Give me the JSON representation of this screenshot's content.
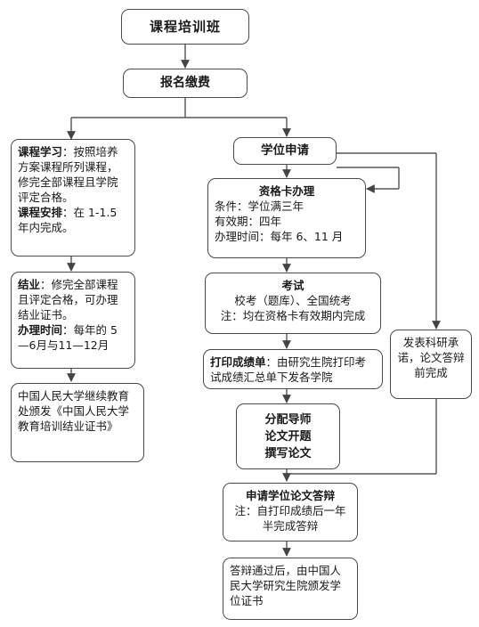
{
  "nodes": {
    "course_class": "课程培训班",
    "register": "报名缴费",
    "course_study": {
      "label1": "课程学习",
      "text1": "：按照培养方案课程所列课程，修完全部课程且学院评定合格。",
      "label2": "课程安排",
      "text2": "：在 1-1.5 年内完成。"
    },
    "graduation": {
      "label1": "结业",
      "text1": "：修完全部课程且评定合格，可办理结业证书。",
      "label2": "办理时间",
      "text2": "：每年的 5—6月与11—12月"
    },
    "certificate": "中国人民大学继续教育处颁发《中国人民大学教育培训结业证书》",
    "degree_apply": "学位申请",
    "qualification": {
      "title": "资格卡办理",
      "line1": "条件：学位满三年",
      "line2": "有效期：四年",
      "line3": "办理时间：每年 6、11 月"
    },
    "exam": {
      "title": "考试",
      "line1": "校考（题库）、全国统考",
      "line2": "注：均在资格卡有效期内完成"
    },
    "transcript": {
      "label": "打印成绩单",
      "text": "：由研究生院打印考试成绩汇总单下发各学院"
    },
    "thesis": {
      "line1": "分配导师",
      "line2": "论文开题",
      "line3": "撰写论文"
    },
    "publish": "发表科研承诺，论文答辩前完成",
    "defense": {
      "title": "申请学位论文答辩",
      "line1": "注：自打印成绩后一年半完成答辩"
    },
    "final": "答辩通过后，由中国人民大学研究生院颁发学位证书"
  }
}
